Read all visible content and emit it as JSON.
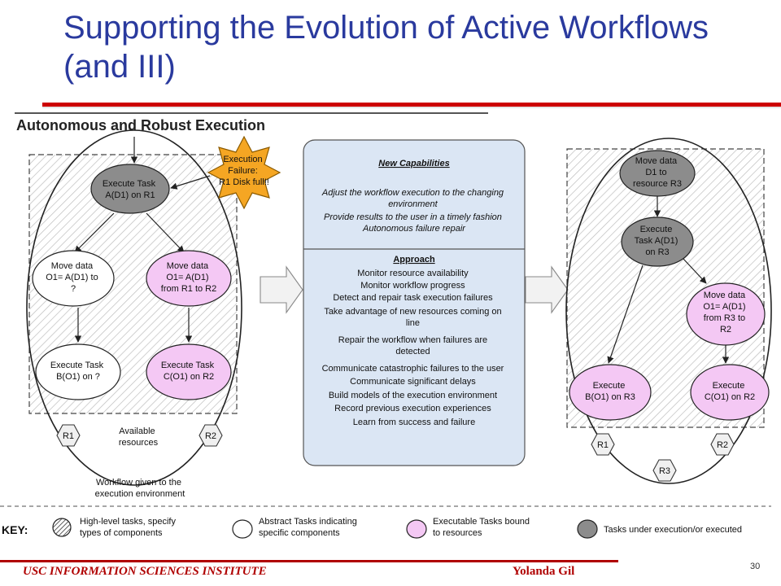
{
  "title": "Supporting the Evolution of Active Workflows (and III)",
  "diagram_heading": "Autonomous and Robust Execution",
  "failure_star": [
    "Execution",
    "Failure:",
    "R1 Disk full!!"
  ],
  "left": {
    "execute_a": [
      "Execute Task",
      "A(D1) on R1"
    ],
    "move_abstract": [
      "Move data",
      "O1= A(D1) to",
      "?"
    ],
    "move_exec": [
      "Move data",
      "O1= A(D1)",
      "from R1 to R2"
    ],
    "execute_b": [
      "Execute Task",
      "B(O1) on ?"
    ],
    "execute_c": [
      "Execute Task",
      "C(O1) on R2"
    ],
    "r1": "R1",
    "r2": "R2",
    "available_resources": [
      "Available",
      "resources"
    ],
    "workflow_given": [
      "Workflow given to the",
      "execution environment"
    ]
  },
  "capabilities": {
    "heading": "New Capabilities",
    "lines": [
      "Adjust the workflow execution to the changing",
      "environment",
      "Provide results to the user in a timely fashion",
      "Autonomous failure repair"
    ]
  },
  "approach": {
    "heading": "Approach",
    "lines": [
      "Monitor resource availability",
      "Monitor workflow progress",
      "Detect and repair task execution failures",
      "Take advantage of new resources coming on",
      "line",
      "Repair the workflow when failures are",
      "detected",
      "Communicate catastrophic failures to the user",
      "Communicate significant delays",
      "Build models of the execution environment",
      "Record previous execution experiences",
      "Learn from success and failure"
    ]
  },
  "right": {
    "move_d1": [
      "Move data",
      "D1 to",
      "resource R3"
    ],
    "execute_a": [
      "Execute",
      "Task A(D1)",
      "on R3"
    ],
    "move_o1": [
      "Move data",
      "O1= A(D1)",
      "from R3 to",
      "R2"
    ],
    "execute_b": [
      "Execute",
      "B(O1) on R3"
    ],
    "execute_c": [
      "Execute",
      "C(O1) on R2"
    ],
    "r1": "R1",
    "r2": "R2",
    "r3": "R3"
  },
  "key": {
    "label": "KEY:",
    "high_level": [
      "High-level tasks, specify",
      "types of components"
    ],
    "abstract": [
      "Abstract Tasks indicating",
      "specific components"
    ],
    "executable": [
      "Executable Tasks bound",
      "to resources"
    ],
    "executed": "Tasks under execution/or executed"
  },
  "footer": {
    "institute": "USC INFORMATION SCIENCES INSTITUTE",
    "author": "Yolanda Gil",
    "page": "30"
  },
  "colors": {
    "title": "#2a3a9e",
    "rule": "#cc0000",
    "executable_fill": "#f4c8f4",
    "executed_fill": "#8c8c8c",
    "panel_fill": "#dbe6f4",
    "star_fill": "#f5a623"
  }
}
